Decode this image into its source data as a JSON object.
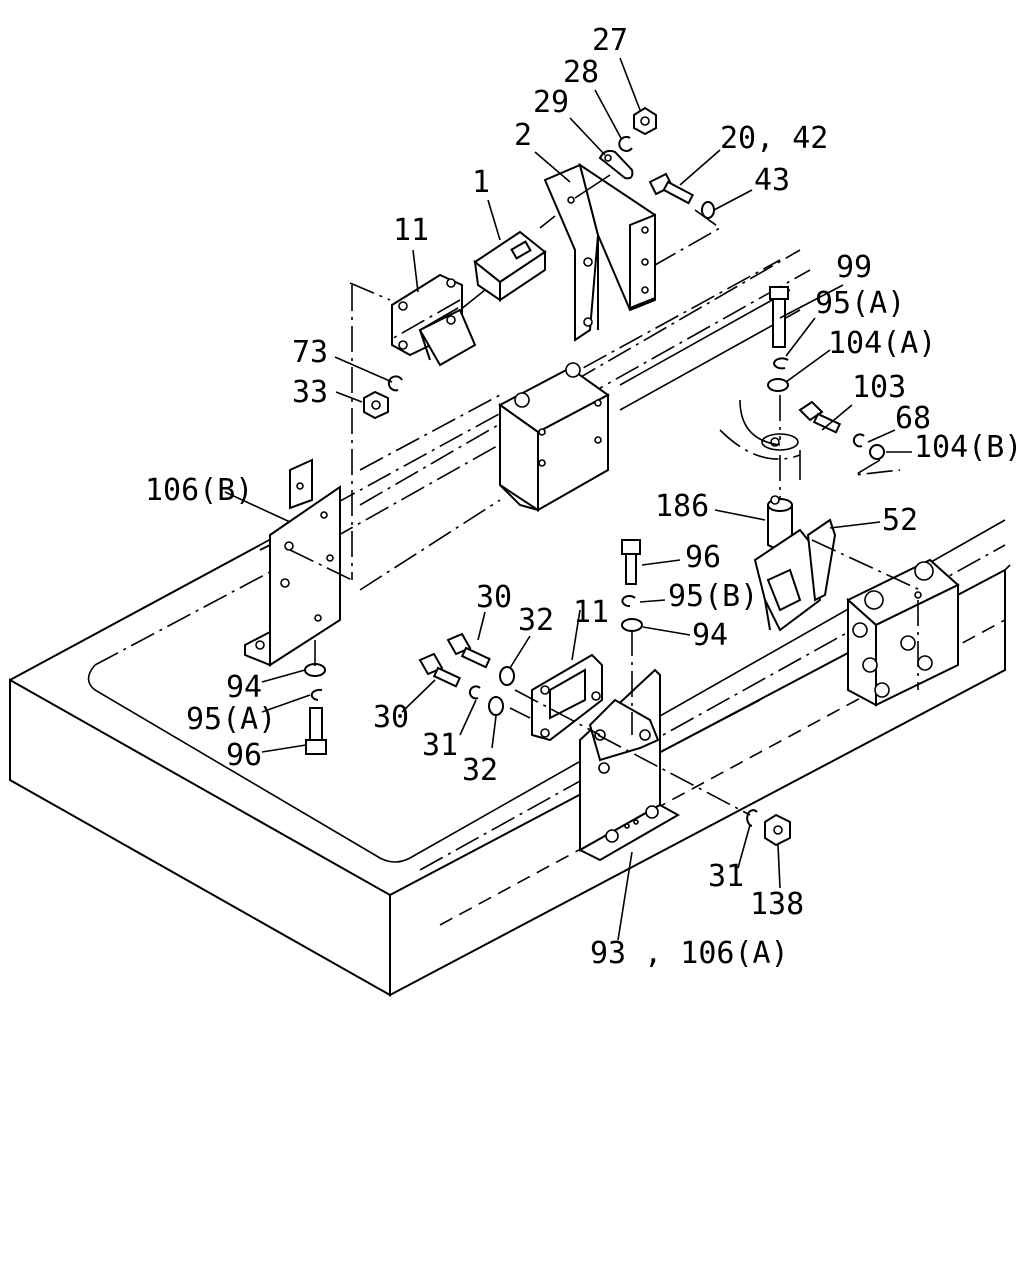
{
  "diagram": {
    "callouts": {
      "c27": "27",
      "c28": "28",
      "c29": "29",
      "c2": "2",
      "c20_42": "20, 42",
      "c43": "43",
      "c1": "1",
      "c11_top": "11",
      "c99": "99",
      "c95a_top": "95(A)",
      "c104a": "104(A)",
      "c73": "73",
      "c33": "33",
      "c103": "103",
      "c68": "68",
      "c104b": "104(B)",
      "c106b": "106(B)",
      "c186": "186",
      "c52": "52",
      "c96_mid": "96",
      "c95b": "95(B)",
      "c30_top": "30",
      "c32_top": "32",
      "c11_mid": "11",
      "c94_mid": "94",
      "c94_left": "94",
      "c95a_left": "95(A)",
      "c96_left": "96",
      "c30_left": "30",
      "c31_left": "31",
      "c32_bottom": "32",
      "c31_right": "31",
      "c138": "138",
      "c93_106a": "93 , 106(A)"
    }
  }
}
